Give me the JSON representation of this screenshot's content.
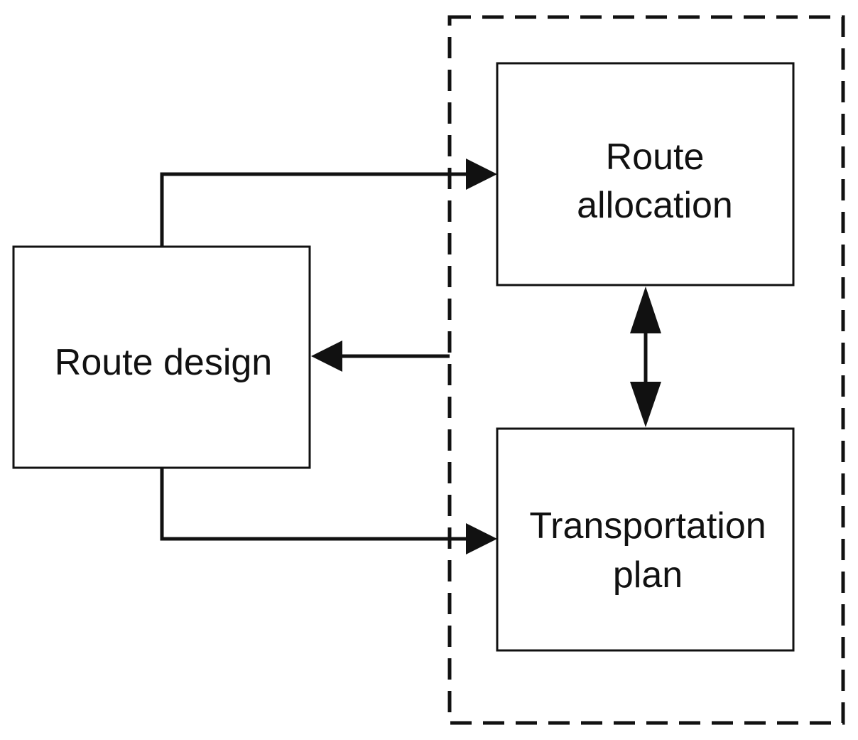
{
  "diagram": {
    "nodes": {
      "route_design": {
        "label_lines": [
          "Route design"
        ]
      },
      "route_allocation": {
        "label_lines": [
          "Route",
          "allocation"
        ]
      },
      "transportation_plan": {
        "label_lines": [
          "Transportation",
          "plan"
        ]
      }
    },
    "edges": [
      {
        "from": "route_design",
        "to": "route_allocation",
        "direction": "forward"
      },
      {
        "from": "dashed_group",
        "to": "route_design",
        "direction": "forward"
      },
      {
        "from": "route_design",
        "to": "transportation_plan",
        "direction": "forward"
      },
      {
        "from": "route_allocation",
        "to": "transportation_plan",
        "direction": "bidirectional"
      }
    ],
    "group": {
      "members": [
        "route_allocation",
        "transportation_plan"
      ],
      "border_style": "dashed"
    },
    "colors": {
      "stroke": "#111111",
      "background": "#ffffff"
    }
  }
}
